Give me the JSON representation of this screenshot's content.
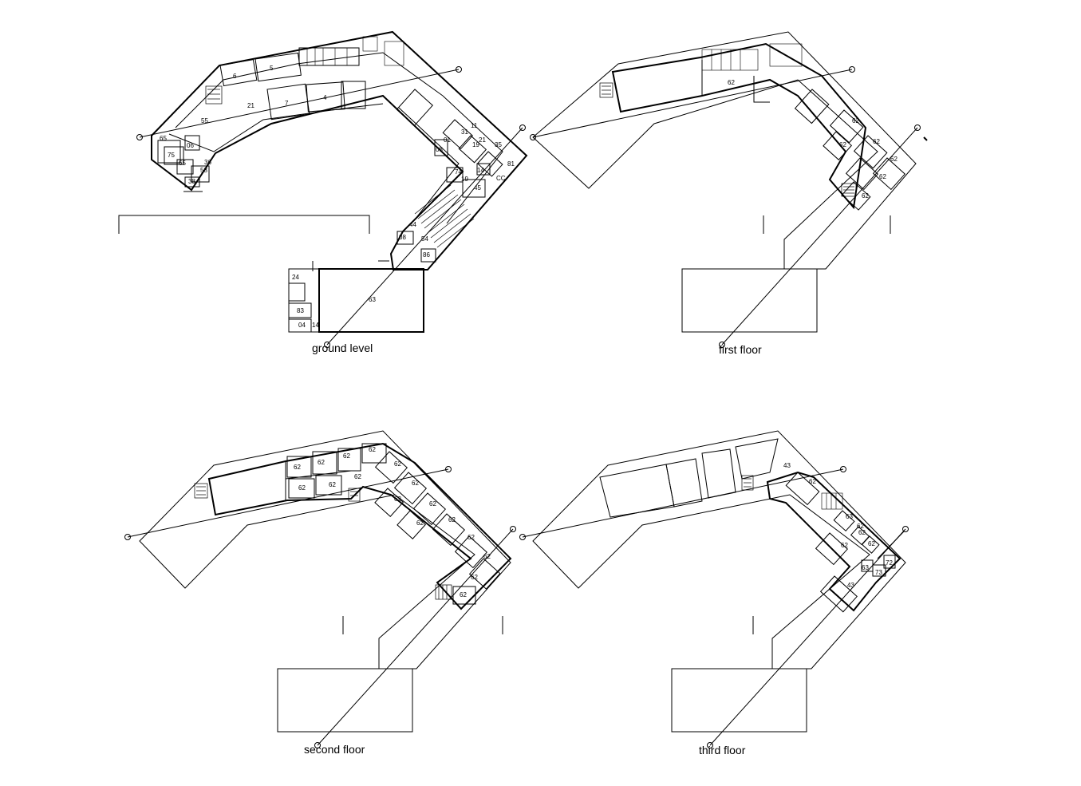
{
  "drawing": {
    "plans": [
      {
        "caption": "ground level",
        "rooms": [
          "6",
          "5",
          "21",
          "7",
          "4",
          "55",
          "65",
          "06",
          "75",
          "65",
          "38",
          "58",
          "36",
          "11",
          "31",
          "21",
          "19",
          "08",
          "01",
          "81",
          "35",
          "14",
          "74",
          "19",
          "45",
          "CC",
          "44",
          "54",
          "08",
          "86",
          "63",
          "24",
          "83",
          "04",
          "14"
        ]
      },
      {
        "caption": "first floor",
        "rooms": [
          "62",
          "62",
          "62",
          "62",
          "62",
          "62",
          "62"
        ]
      },
      {
        "caption": "second floor",
        "rooms": [
          "62",
          "62",
          "62",
          "62",
          "62",
          "62",
          "62",
          "62",
          "62",
          "62",
          "62",
          "62",
          "62",
          "62",
          "62",
          "62",
          "62"
        ]
      },
      {
        "caption": "third floor",
        "rooms": [
          "43",
          "62",
          "63",
          "62",
          "62",
          "62",
          "62",
          "63",
          "73",
          "72",
          "43"
        ]
      }
    ]
  }
}
